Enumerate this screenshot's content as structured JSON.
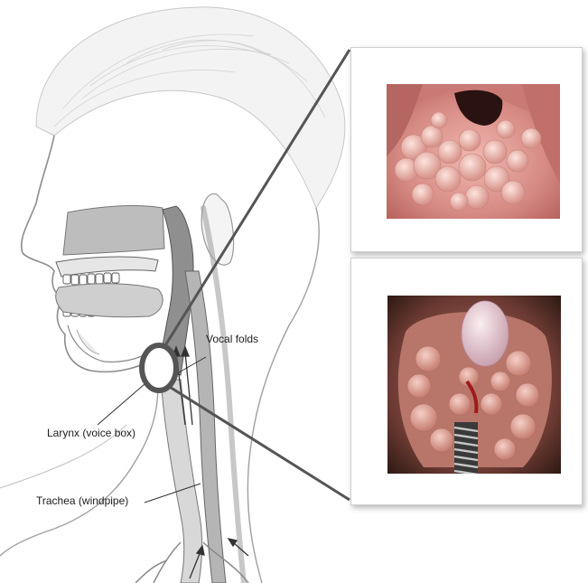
{
  "labels": {
    "vocal_folds": "Vocal folds",
    "larynx": "Larynx (voice box)",
    "trachea": "Trachea (windpipe)"
  },
  "photos": [
    {
      "subject": "laryngeal papillomas, endoscopic view, upper"
    },
    {
      "subject": "laryngeal papillomas with instrument, endoscopic view, lower"
    }
  ],
  "colors": {
    "callout_line": "#555555",
    "callout_circle": "#555555",
    "tissue_pink": "#d98a8a",
    "tissue_dark": "#6b3a32",
    "sketch_line": "#9a9a9a"
  }
}
